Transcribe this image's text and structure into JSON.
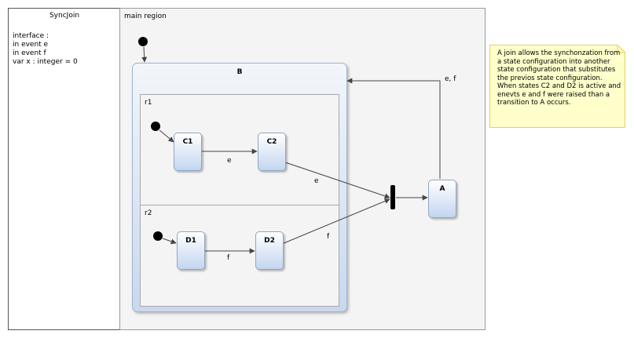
{
  "spec": {
    "title": "SyncJoin",
    "lines": [
      "interface :",
      "in event e",
      "in event f",
      "var x : integer = 0"
    ]
  },
  "main_region": {
    "label": "main region",
    "composite_state": {
      "name": "B",
      "regions": [
        {
          "name": "r1",
          "states": [
            "C1",
            "C2"
          ],
          "transition_label": "e"
        },
        {
          "name": "r2",
          "states": [
            "D1",
            "D2"
          ],
          "transition_label": "f"
        }
      ]
    },
    "state_a": "A",
    "transitions": {
      "c2_to_join": "e",
      "d2_to_join": "f",
      "a_to_b": "e, f"
    }
  },
  "note": {
    "text": "A  join allows the synchonzation from a state configuration into another state configuration that substitutes the previos state configuration. When states C2 and D2 is active and enevts e and f were raised than a transition to A occurs."
  },
  "colors": {
    "state_fill_top": "#ffffff",
    "state_fill_bottom": "#c3d6f0",
    "note_fill": "#ffffcc",
    "note_border": "#e6d25a",
    "region_fill": "#f4f4f4"
  }
}
